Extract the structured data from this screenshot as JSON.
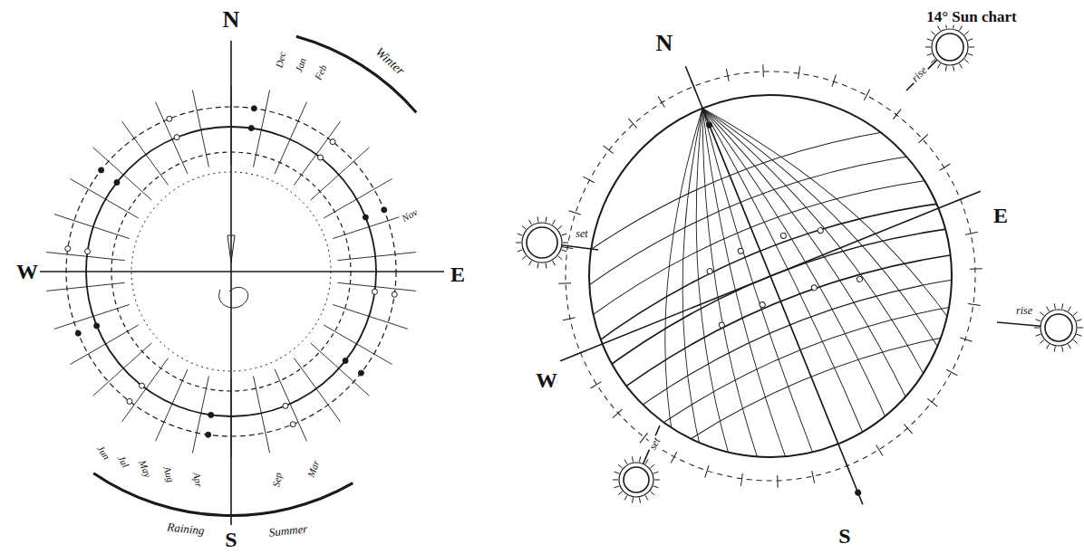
{
  "diagram": {
    "title": "14° Sun chart",
    "labels": [
      "N",
      "W",
      "E",
      "S",
      "Winter",
      "Raining",
      "Summer",
      "Dec",
      "Jan",
      "Feb",
      "Nov",
      "Jun",
      "Jul",
      "May",
      "Aug",
      "Apr",
      "Sep",
      "Mar",
      "N",
      "E",
      "W",
      "S",
      "rise",
      "set",
      "set",
      "rise"
    ]
  }
}
